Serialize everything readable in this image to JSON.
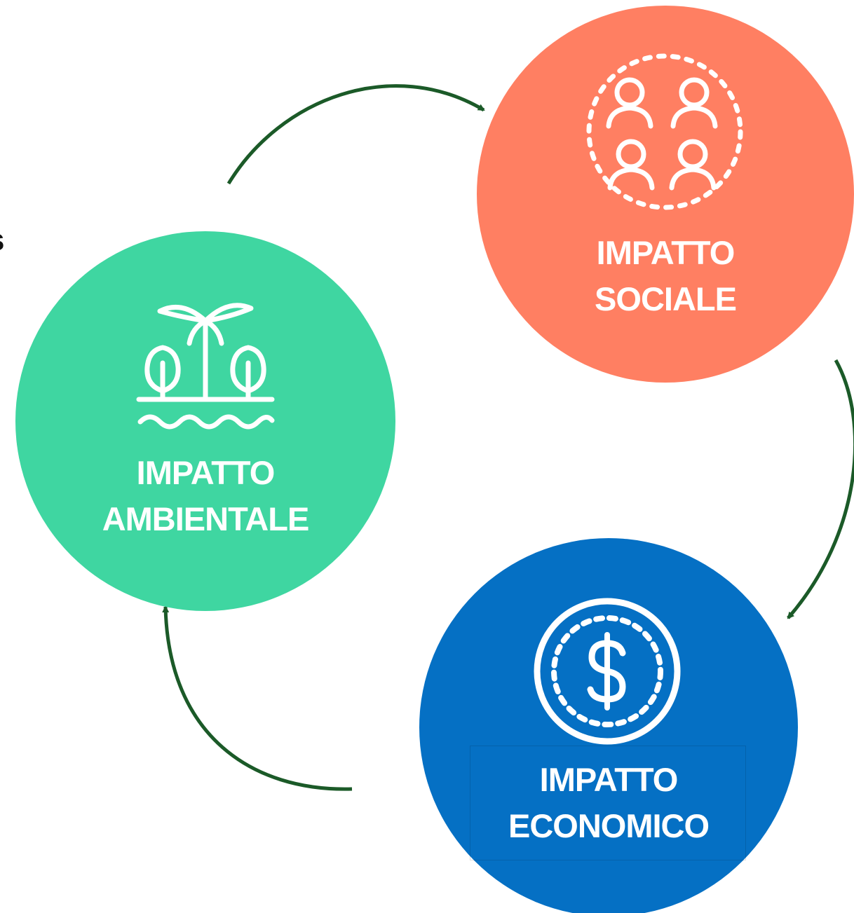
{
  "partial_text": "s",
  "nodes": {
    "social": {
      "label_line1": "IMPATTO",
      "label_line2": "SOCIALE",
      "color": "#ff7f62",
      "icon": "people-community-icon"
    },
    "environmental": {
      "label_line1": "IMPATTO",
      "label_line2": "AMBIENTALE",
      "color": "#3fd6a1",
      "icon": "trees-nature-icon"
    },
    "economic": {
      "label_line1": "IMPATTO",
      "label_line2": "ECONOMICO",
      "color": "#0570c4",
      "icon": "dollar-coin-icon"
    }
  },
  "cycle": [
    "environmental",
    "social",
    "economic"
  ],
  "arrow_color": "#1b5a28"
}
